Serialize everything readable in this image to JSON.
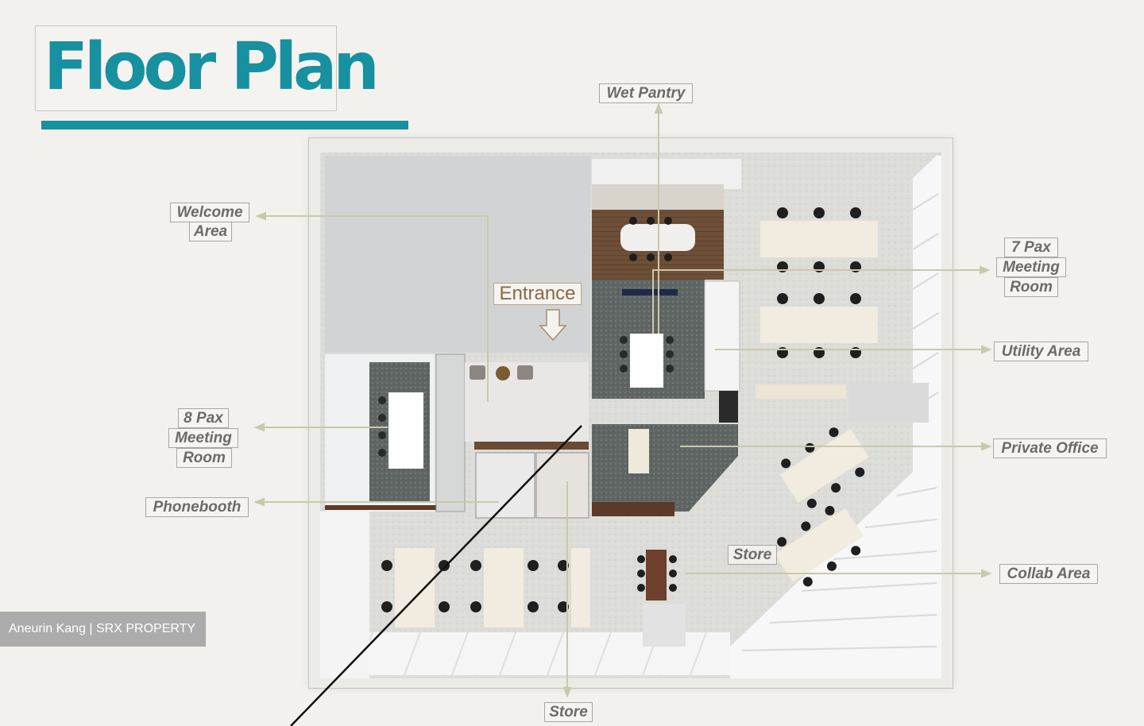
{
  "title": "Floor Plan",
  "labels": {
    "wet_pantry": "Wet Pantry",
    "welcome_area": [
      "Welcome",
      "Area"
    ],
    "entrance": "Entrance",
    "seven_pax": [
      "7 Pax",
      "Meeting",
      "Room"
    ],
    "utility_area": "Utility Area",
    "eight_pax": [
      "8 Pax",
      "Meeting",
      "Room"
    ],
    "private_office": "Private Office",
    "phonebooth": "Phonebooth",
    "store_inner": "Store",
    "collab_area": "Collab Area",
    "store_bottom": "Store"
  },
  "watermark": "Aneurin Kang | SRX PROPERTY",
  "colors": {
    "accent": "#17909f",
    "leader_line": "#c9c9a8",
    "label_text": "#6e6a66"
  }
}
